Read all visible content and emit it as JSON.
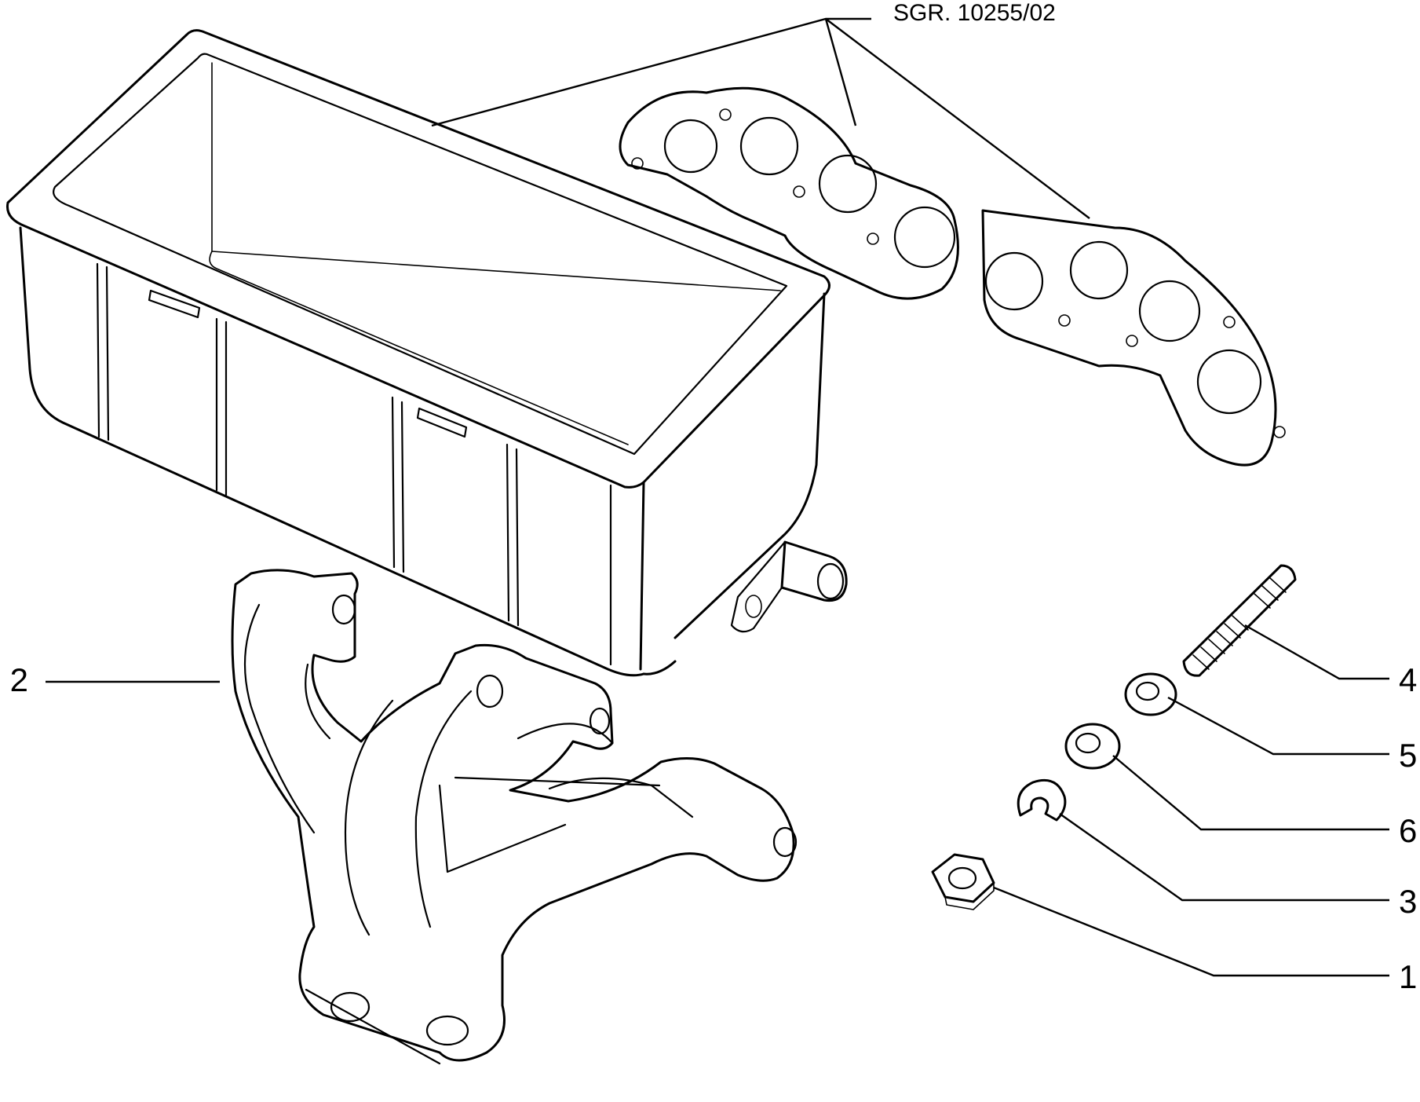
{
  "drawing_code": "SGR. 10255/02",
  "callouts": [
    {
      "id": "4",
      "label": "4"
    },
    {
      "id": "5",
      "label": "5"
    },
    {
      "id": "6",
      "label": "6"
    },
    {
      "id": "3",
      "label": "3"
    },
    {
      "id": "1",
      "label": "1"
    },
    {
      "id": "2",
      "label": "2"
    }
  ]
}
